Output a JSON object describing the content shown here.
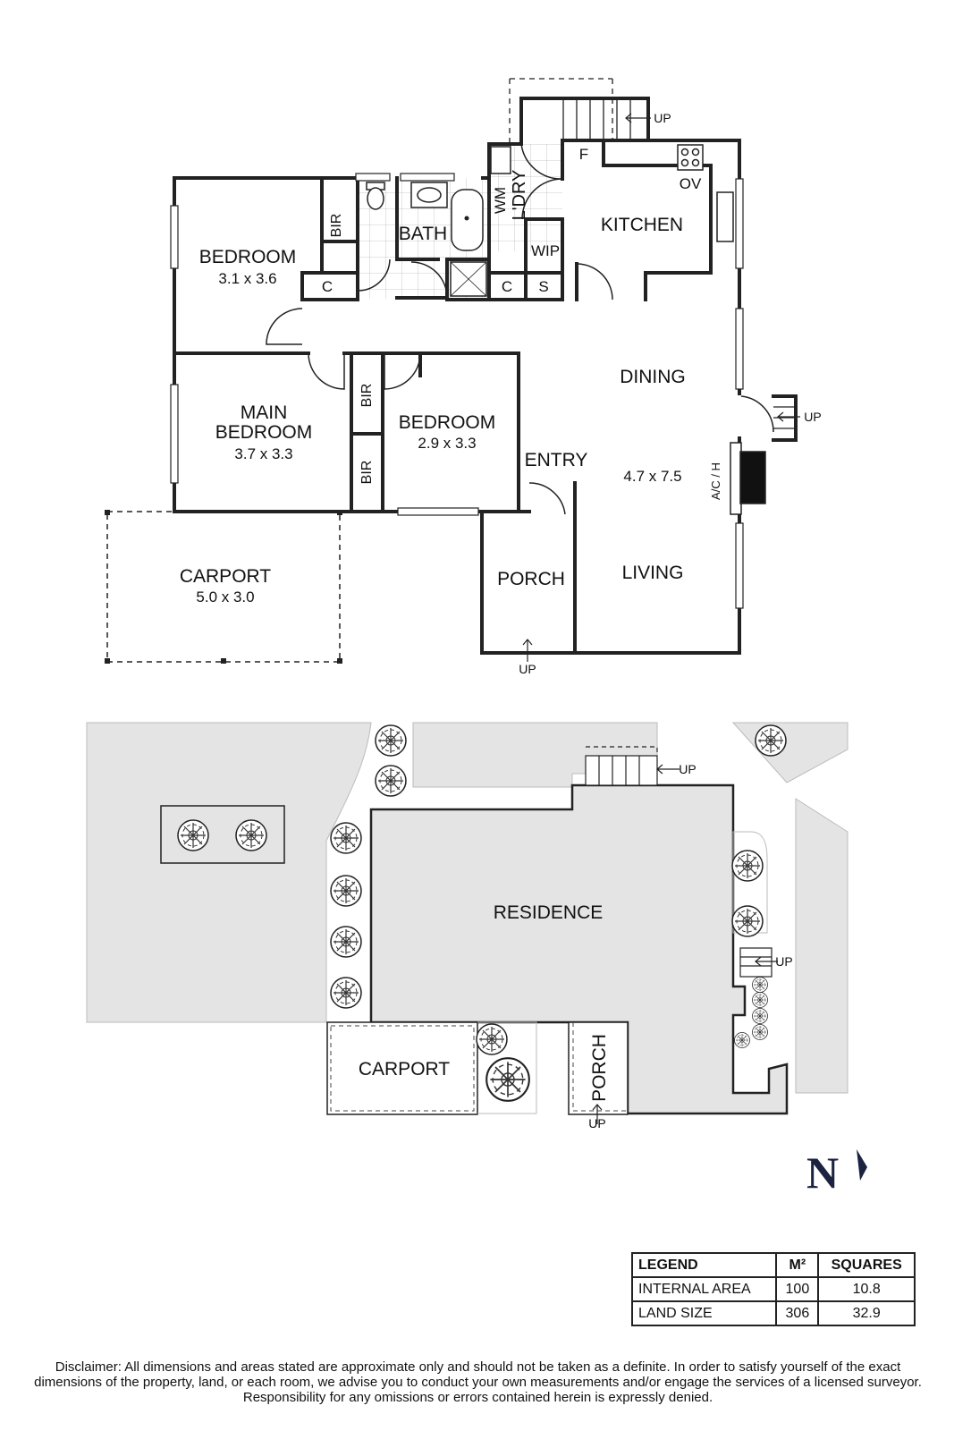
{
  "floor_plan": {
    "rooms": {
      "bedroom_1": {
        "name": "BEDROOM",
        "size": "3.1 x 3.6"
      },
      "main_bedroom": {
        "name_line1": "MAIN",
        "name_line2": "BEDROOM",
        "size": "3.7 x 3.3"
      },
      "bedroom_2": {
        "name": "BEDROOM",
        "size": "2.9 x 3.3"
      },
      "bath": "BATH",
      "laundry": "L'DRY",
      "washing_machine": "WM",
      "wip": "WIP",
      "kitchen": "KITCHEN",
      "oven": "OV",
      "fridge": "F",
      "dining": "DINING",
      "living_size": "4.7 x 7.5",
      "living": "LIVING",
      "entry": "ENTRY",
      "porch": "PORCH",
      "carport": {
        "name": "CARPORT",
        "size": "5.0 x 3.0"
      },
      "bir": "BIR",
      "cupboard": "C",
      "storage": "S",
      "aircon": "A/C / H",
      "up": "UP"
    }
  },
  "site_plan": {
    "residence": "RESIDENCE",
    "carport": "CARPORT",
    "porch": "PORCH",
    "up": "UP"
  },
  "north_label": "N",
  "legend": {
    "headers": [
      "LEGEND",
      "M²",
      "SQUARES"
    ],
    "rows": [
      {
        "label": "INTERNAL AREA",
        "m2": "100",
        "squares": "10.8"
      },
      {
        "label": "LAND SIZE",
        "m2": "306",
        "squares": "32.9"
      }
    ]
  },
  "disclaimer": "Disclaimer: All dimensions and areas stated are approximate only and should not be taken as a definite. In order to satisfy yourself of the exact dimensions of the property, land, or each room, we advise you to conduct your own measurements and/or engage the services of a licensed surveyor. Responsibility for any omissions or errors contained herein is expressly denied.",
  "colors": {
    "wall": "#222222",
    "site_fill": "#e4e4e4",
    "north_arrow": "#1b2340"
  }
}
